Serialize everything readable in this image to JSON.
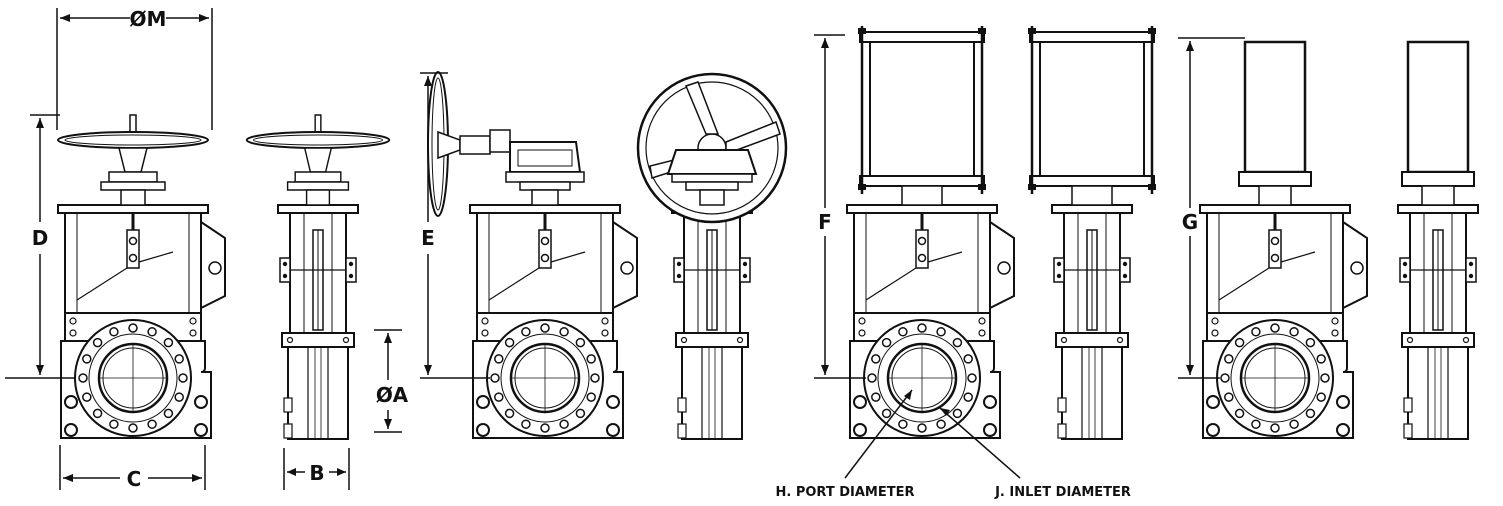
{
  "colors": {
    "stroke": "#111111",
    "background": "#ffffff"
  },
  "dimensions": {
    "m": "ØM",
    "d": "D",
    "c": "C",
    "b": "B",
    "a": "ØA",
    "e": "E",
    "f": "F",
    "g": "G"
  },
  "callouts": {
    "port": "H. PORT DIAMETER",
    "inlet": "J. INLET DIAMETER"
  },
  "views": [
    {
      "id": "handwheel-front",
      "actuator": "handwheel",
      "orientation": "front"
    },
    {
      "id": "handwheel-side",
      "actuator": "handwheel",
      "orientation": "side"
    },
    {
      "id": "gear-front",
      "actuator": "gear-operator",
      "orientation": "front"
    },
    {
      "id": "gear-side",
      "actuator": "gear-operator",
      "orientation": "side"
    },
    {
      "id": "pneumatic-front",
      "actuator": "pneumatic-cylinder",
      "orientation": "front"
    },
    {
      "id": "pneumatic-side",
      "actuator": "pneumatic-cylinder",
      "orientation": "side"
    },
    {
      "id": "hydraulic-front",
      "actuator": "hydraulic-cylinder",
      "orientation": "front"
    },
    {
      "id": "hydraulic-side",
      "actuator": "hydraulic-cylinder",
      "orientation": "side"
    }
  ]
}
